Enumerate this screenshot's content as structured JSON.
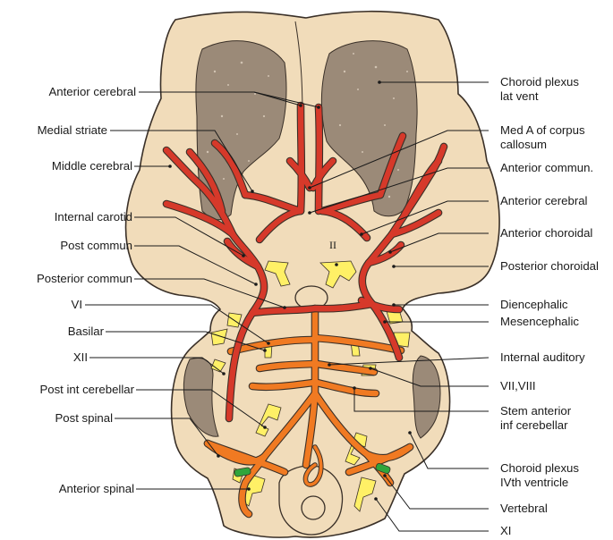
{
  "colors": {
    "brain": "#f1dcba",
    "brain_outline": "#3a3028",
    "plexus": "#9b8a78",
    "artery_red": "#d6392a",
    "artery_orange": "#f07a22",
    "nerve_yellow": "#fff066",
    "vertebral_green": "#2fa53c"
  },
  "labels": {
    "anterior_cerebral_left": "Anterior cerebral",
    "medial_striate": "Medial striate",
    "middle_cerebral": "Middle cerebral",
    "internal_carotid": "Internal carotid",
    "post_commun": "Post commun",
    "posterior_commun": "Posterior commun",
    "vi": "VI",
    "basilar": "Basilar",
    "xii": "XII",
    "post_int_cerebellar": "Post int cerebellar",
    "post_spinal": "Post spinal",
    "anterior_spinal": "Anterior spinal",
    "choroid_plexus_lat_vent": [
      "Choroid plexus",
      "lat vent"
    ],
    "med_a_corpus_callosum": [
      "Med A of corpus",
      "callosum"
    ],
    "anterior_commun": "Anterior commun.",
    "anterior_cerebral_right": "Anterior cerebral",
    "anterior_choroidal": "Anterior choroidal",
    "posterior_choroidal": "Posterior choroidal",
    "diencephalic": "Diencephalic",
    "mesencephalic": "Mesencephalic",
    "internal_auditory": "Internal auditory",
    "vii_viii": "VII,VIII",
    "stem_anterior_inf_cerebellar": [
      "Stem anterior",
      "inf cerebellar"
    ],
    "choroid_plexus_ivth_ventricle": [
      "Choroid plexus",
      "IVth ventricle"
    ],
    "vertebral": "Vertebral",
    "xi": "XI",
    "optic_ii": "II"
  }
}
